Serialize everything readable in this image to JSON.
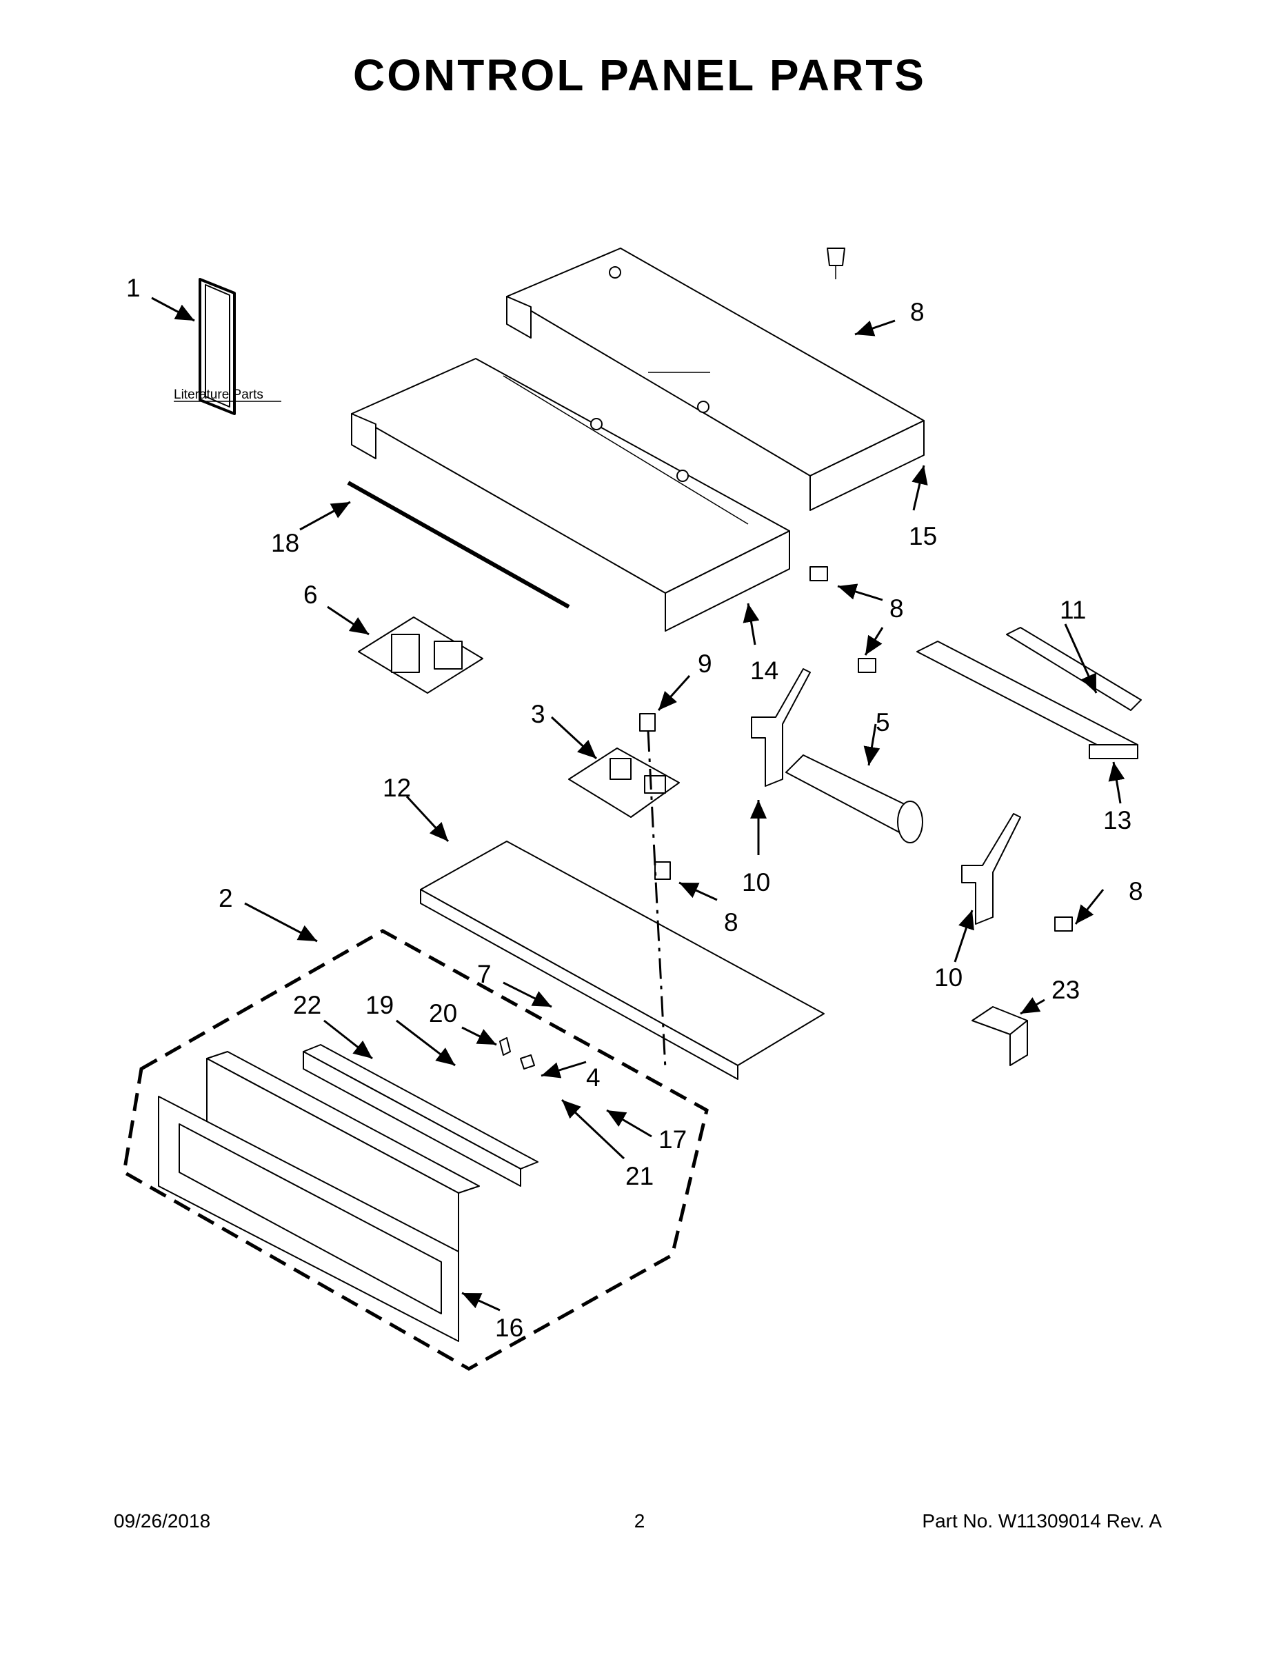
{
  "title": "CONTROL PANEL PARTS",
  "literature_label": "Literature Parts",
  "callouts": [
    "1",
    "2",
    "3",
    "4",
    "5",
    "6",
    "7",
    "8",
    "8",
    "8",
    "8",
    "9",
    "10",
    "10",
    "11",
    "12",
    "13",
    "14",
    "15",
    "16",
    "17",
    "18",
    "19",
    "20",
    "21",
    "22",
    "23"
  ],
  "footer": {
    "date": "09/26/2018",
    "page": "2",
    "part_no": "Part No.  W11309014  Rev.  A"
  }
}
